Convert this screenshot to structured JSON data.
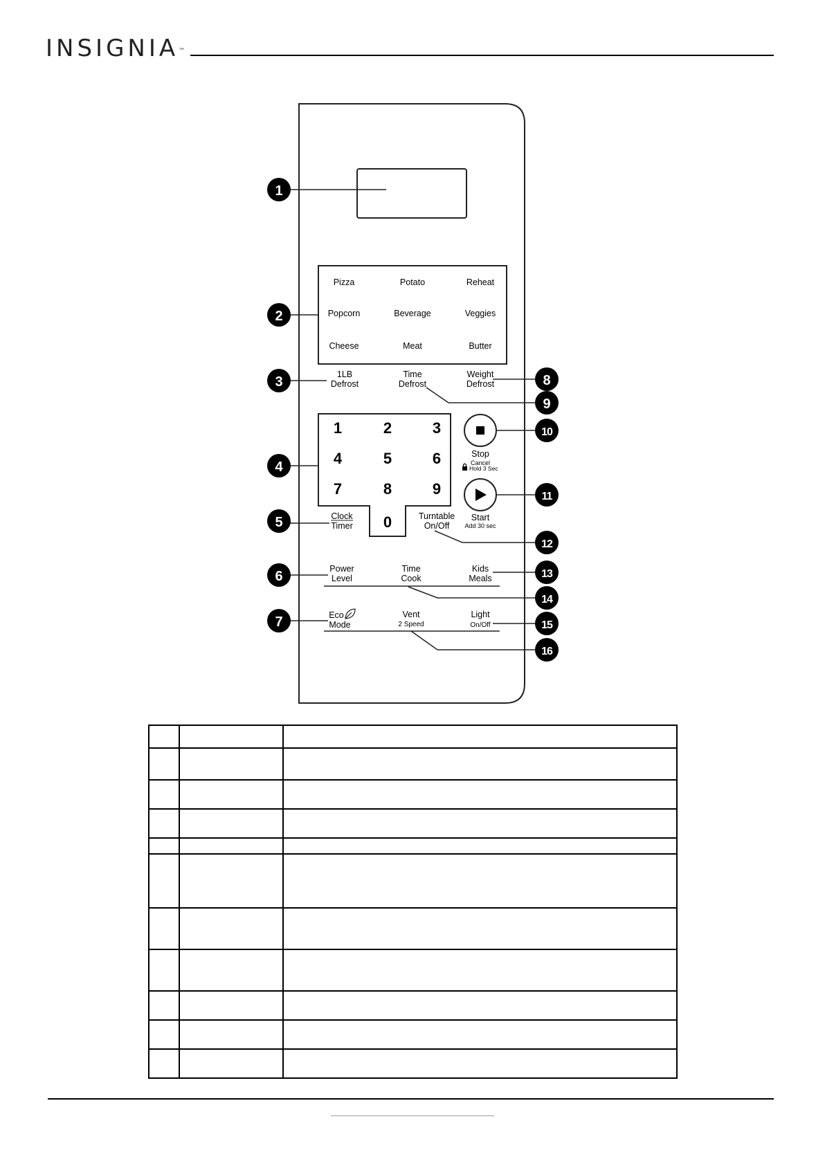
{
  "header": {
    "logo": "INSIGNIA",
    "logo_mark": "™"
  },
  "panel": {
    "presets": [
      [
        "Pizza",
        "Potato",
        "Reheat"
      ],
      [
        "Popcorn",
        "Beverage",
        "Veggies"
      ],
      [
        "Cheese",
        "Meat",
        "Butter"
      ]
    ],
    "defrost": {
      "lb": [
        "1LB",
        "Defrost"
      ],
      "time": [
        "Time",
        "Defrost"
      ],
      "weight": [
        "Weight",
        "Defrost"
      ]
    },
    "keypad": [
      "1",
      "2",
      "3",
      "4",
      "5",
      "6",
      "7",
      "8",
      "9",
      "0"
    ],
    "stop": {
      "label": "Stop",
      "sub1": "Cancel",
      "sub2": "Hold 3 Sec"
    },
    "start": {
      "label": "Start",
      "sub": "Add 30 sec"
    },
    "clock": [
      "Clock",
      "Timer"
    ],
    "turntable": [
      "Turntable",
      "On/Off"
    ],
    "power": [
      "Power",
      "Level"
    ],
    "time_cook": [
      "Time",
      "Cook"
    ],
    "kids": [
      "Kids",
      "Meals"
    ],
    "eco": [
      "Eco",
      "Mode"
    ],
    "vent": [
      "Vent",
      "2 Speed"
    ],
    "light": [
      "Light",
      "On/Off"
    ]
  },
  "callouts": [
    "1",
    "2",
    "3",
    "4",
    "5",
    "6",
    "7",
    "8",
    "9",
    "10",
    "11",
    "12",
    "13",
    "14",
    "15",
    "16"
  ],
  "table": {
    "row_count": 11
  }
}
